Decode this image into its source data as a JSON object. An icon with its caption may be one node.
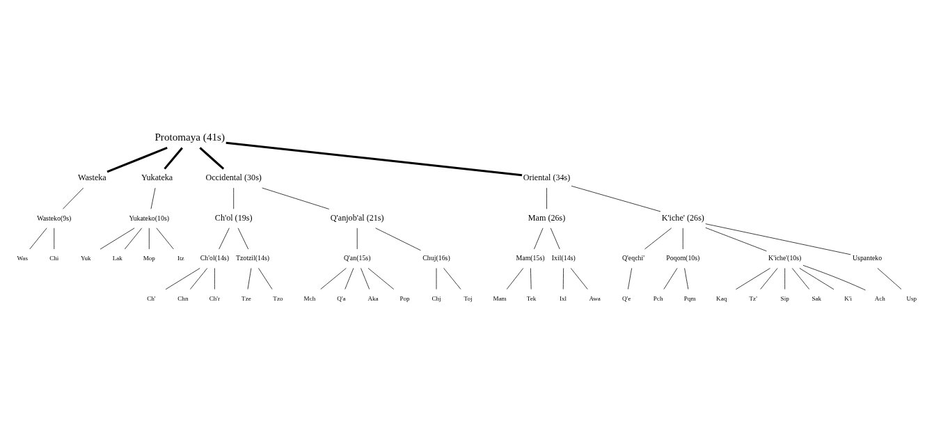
{
  "diagram": {
    "nodes": [
      {
        "text": [
          "Protomaya (41s)"
        ]
      },
      {
        "text": [
          "Wasteka"
        ]
      },
      {
        "text": [
          "Yukateka"
        ]
      },
      {
        "text": [
          "Occidental (30s)"
        ]
      },
      {
        "text": [
          "Oriental (34s)"
        ]
      },
      {
        "text": [
          "Ch'ol (19s)"
        ]
      },
      {
        "text": [
          "Q'anjob'al (21s)"
        ]
      },
      {
        "text": [
          "Mam (26s)"
        ]
      },
      {
        "text": [
          "K'iche' (26s)"
        ]
      },
      {
        "text": [
          "Wasteko(9s)"
        ]
      },
      {
        "text": [
          "Yukateko(10s)"
        ]
      },
      {
        "text": [
          "Ch'ol(14s)"
        ]
      },
      {
        "text": [
          "Tzotzil(14s)"
        ]
      },
      {
        "text": [
          "Q'an(15s)"
        ]
      },
      {
        "text": [
          "Chuj(16s)"
        ]
      },
      {
        "text": [
          "Mam(15s)"
        ]
      },
      {
        "text": [
          "Ixil(14s)"
        ]
      },
      {
        "text": [
          "Q'eqchi'"
        ]
      },
      {
        "text": [
          "Poqom(10s)"
        ]
      },
      {
        "text": [
          "K'iche'(10s)"
        ]
      },
      {
        "text": [
          "Uspanteko"
        ]
      },
      {
        "text": [
          "Was"
        ]
      },
      {
        "text": [
          "Chi"
        ]
      },
      {
        "text": [
          "Yuk"
        ]
      },
      {
        "text": [
          "Lak"
        ]
      },
      {
        "text": [
          "Mop"
        ]
      },
      {
        "text": [
          "Itz"
        ]
      },
      {
        "text": [
          "Ch'"
        ]
      },
      {
        "text": [
          "Chn"
        ]
      },
      {
        "text": [
          "Ch'r"
        ]
      },
      {
        "text": [
          "Tze"
        ]
      },
      {
        "text": [
          "Tzo"
        ]
      },
      {
        "text": [
          "Mch"
        ]
      },
      {
        "text": [
          "Chj"
        ]
      },
      {
        "text": [
          "Toj"
        ]
      },
      {
        "text": [
          "Mam"
        ]
      },
      {
        "text": [
          "Tek"
        ]
      },
      {
        "text": [
          "Ixl"
        ]
      },
      {
        "text": [
          "Awa"
        ]
      },
      {
        "text": [
          "Q'e"
        ]
      },
      {
        "text": [
          "Pch"
        ]
      },
      {
        "text": [
          "Pqm"
        ]
      },
      {
        "text": [
          "Kaq"
        ]
      },
      {
        "text": [
          "Tz'"
        ]
      },
      {
        "text": [
          "Sip"
        ]
      },
      {
        "text": [
          "Sak"
        ]
      },
      {
        "text": [
          "Usp"
        ]
      },
      {
        "text": [
          "Q'a"
        ]
      },
      {
        "text": [
          "Aka"
        ]
      },
      {
        "text": [
          "Pop"
        ]
      },
      {
        "text": [
          "K'i"
        ]
      },
      {
        "text": [
          "Ach"
        ]
      }
    ],
    "edges": [
      {
        "from": 0,
        "to": 1,
        "arrow": "none",
        "style": "thick"
      },
      {
        "from": 0,
        "to": 2,
        "arrow": "none",
        "style": "thick"
      },
      {
        "from": 0,
        "to": 3,
        "arrow": "none",
        "style": "thick"
      },
      {
        "from": 0,
        "to": 4,
        "arrow": "none",
        "style": "thick"
      },
      {
        "from": 1,
        "to": 9,
        "arrow": "none"
      },
      {
        "from": 2,
        "to": 10,
        "arrow": "none"
      },
      {
        "from": 3,
        "to": 5,
        "arrow": "none"
      },
      {
        "from": 3,
        "to": 6,
        "arrow": "none"
      },
      {
        "from": 4,
        "to": 7,
        "arrow": "none"
      },
      {
        "from": 4,
        "to": 8,
        "arrow": "none"
      },
      {
        "from": 5,
        "to": 11,
        "arrow": "none"
      },
      {
        "from": 5,
        "to": 12,
        "arrow": "none"
      },
      {
        "from": 6,
        "to": 13,
        "arrow": "none"
      },
      {
        "from": 6,
        "to": 14,
        "arrow": "none"
      },
      {
        "from": 7,
        "to": 15,
        "arrow": "none"
      },
      {
        "from": 7,
        "to": 16,
        "arrow": "none"
      },
      {
        "from": 8,
        "to": 17,
        "arrow": "none"
      },
      {
        "from": 8,
        "to": 18,
        "arrow": "none"
      },
      {
        "from": 8,
        "to": 19,
        "arrow": "none"
      },
      {
        "from": 8,
        "to": 20,
        "arrow": "none"
      },
      {
        "from": 9,
        "to": 21,
        "arrow": "none"
      },
      {
        "from": 9,
        "to": 22,
        "arrow": "none"
      },
      {
        "from": 10,
        "to": 23,
        "arrow": "none"
      },
      {
        "from": 10,
        "to": 24,
        "arrow": "none"
      },
      {
        "from": 10,
        "to": 25,
        "arrow": "none"
      },
      {
        "from": 10,
        "to": 26,
        "arrow": "none"
      },
      {
        "from": 11,
        "to": 27,
        "arrow": "none"
      },
      {
        "from": 11,
        "to": 28,
        "arrow": "none"
      },
      {
        "from": 11,
        "to": 29,
        "arrow": "none"
      },
      {
        "from": 12,
        "to": 30,
        "arrow": "none"
      },
      {
        "from": 12,
        "to": 31,
        "arrow": "none"
      },
      {
        "from": 13,
        "to": 32,
        "arrow": "none"
      },
      {
        "from": 13,
        "to": 47,
        "arrow": "none"
      },
      {
        "from": 13,
        "to": 48,
        "arrow": "none"
      },
      {
        "from": 13,
        "to": 49,
        "arrow": "none"
      },
      {
        "from": 14,
        "to": 33,
        "arrow": "none"
      },
      {
        "from": 14,
        "to": 34,
        "arrow": "none"
      },
      {
        "from": 15,
        "to": 35,
        "arrow": "none"
      },
      {
        "from": 15,
        "to": 36,
        "arrow": "none"
      },
      {
        "from": 16,
        "to": 37,
        "arrow": "none"
      },
      {
        "from": 16,
        "to": 38,
        "arrow": "none"
      },
      {
        "from": 17,
        "to": 39,
        "arrow": "none"
      },
      {
        "from": 18,
        "to": 40,
        "arrow": "none"
      },
      {
        "from": 18,
        "to": 41,
        "arrow": "none"
      },
      {
        "from": 19,
        "to": 50,
        "arrow": "none"
      },
      {
        "from": 19,
        "to": 51,
        "arrow": "none"
      },
      {
        "from": 19,
        "to": 42,
        "arrow": "none"
      },
      {
        "from": 19,
        "to": 43,
        "arrow": "none"
      },
      {
        "from": 19,
        "to": 44,
        "arrow": "none"
      },
      {
        "from": 19,
        "to": 45,
        "arrow": "none"
      },
      {
        "from": 20,
        "to": 46,
        "arrow": "none"
      }
    ]
  }
}
